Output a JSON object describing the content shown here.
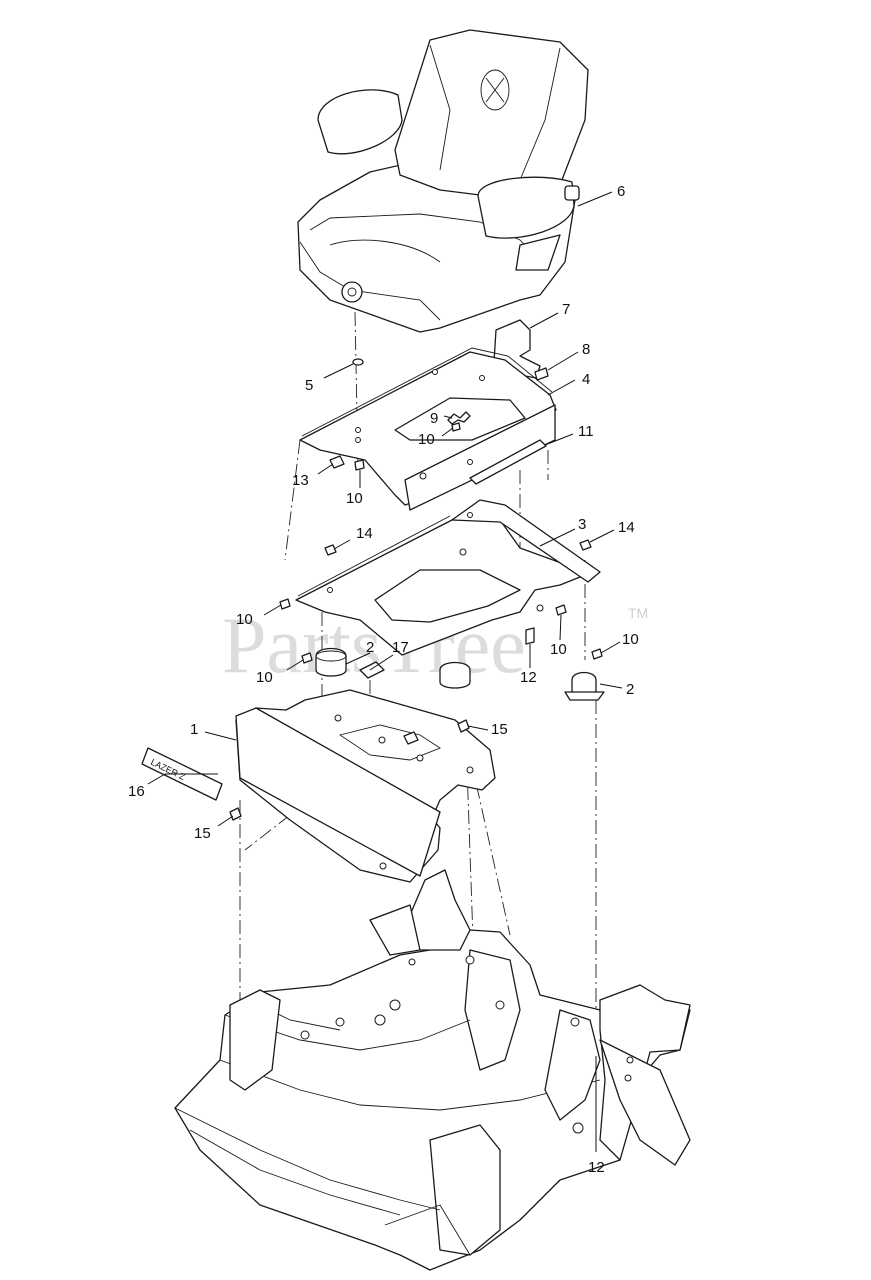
{
  "watermark": {
    "text": "PartsTree",
    "tm": "TM"
  },
  "badge_text": "LAZER Z",
  "callouts": {
    "seat": "6",
    "bracket_7": "7",
    "screw_8": "8",
    "plate_4": "4",
    "washer_5": "5",
    "spring_9": "9",
    "nut_10_a": "10",
    "rod_11": "11",
    "nut_13": "13",
    "nut_10_b": "10",
    "nut_14_a": "14",
    "plate_3": "3",
    "nut_14_b": "14",
    "nut_10_c": "10",
    "nut_10_d": "10",
    "nut_10_e": "10",
    "isolator_2_a": "2",
    "label_17": "17",
    "nut_10_f": "10",
    "bolt_12_a": "12",
    "isolator_2_b": "2",
    "pan_1": "1",
    "bolt_15_a": "15",
    "badge_16": "16",
    "bolt_15_b": "15",
    "bolt_12_b": "12"
  }
}
